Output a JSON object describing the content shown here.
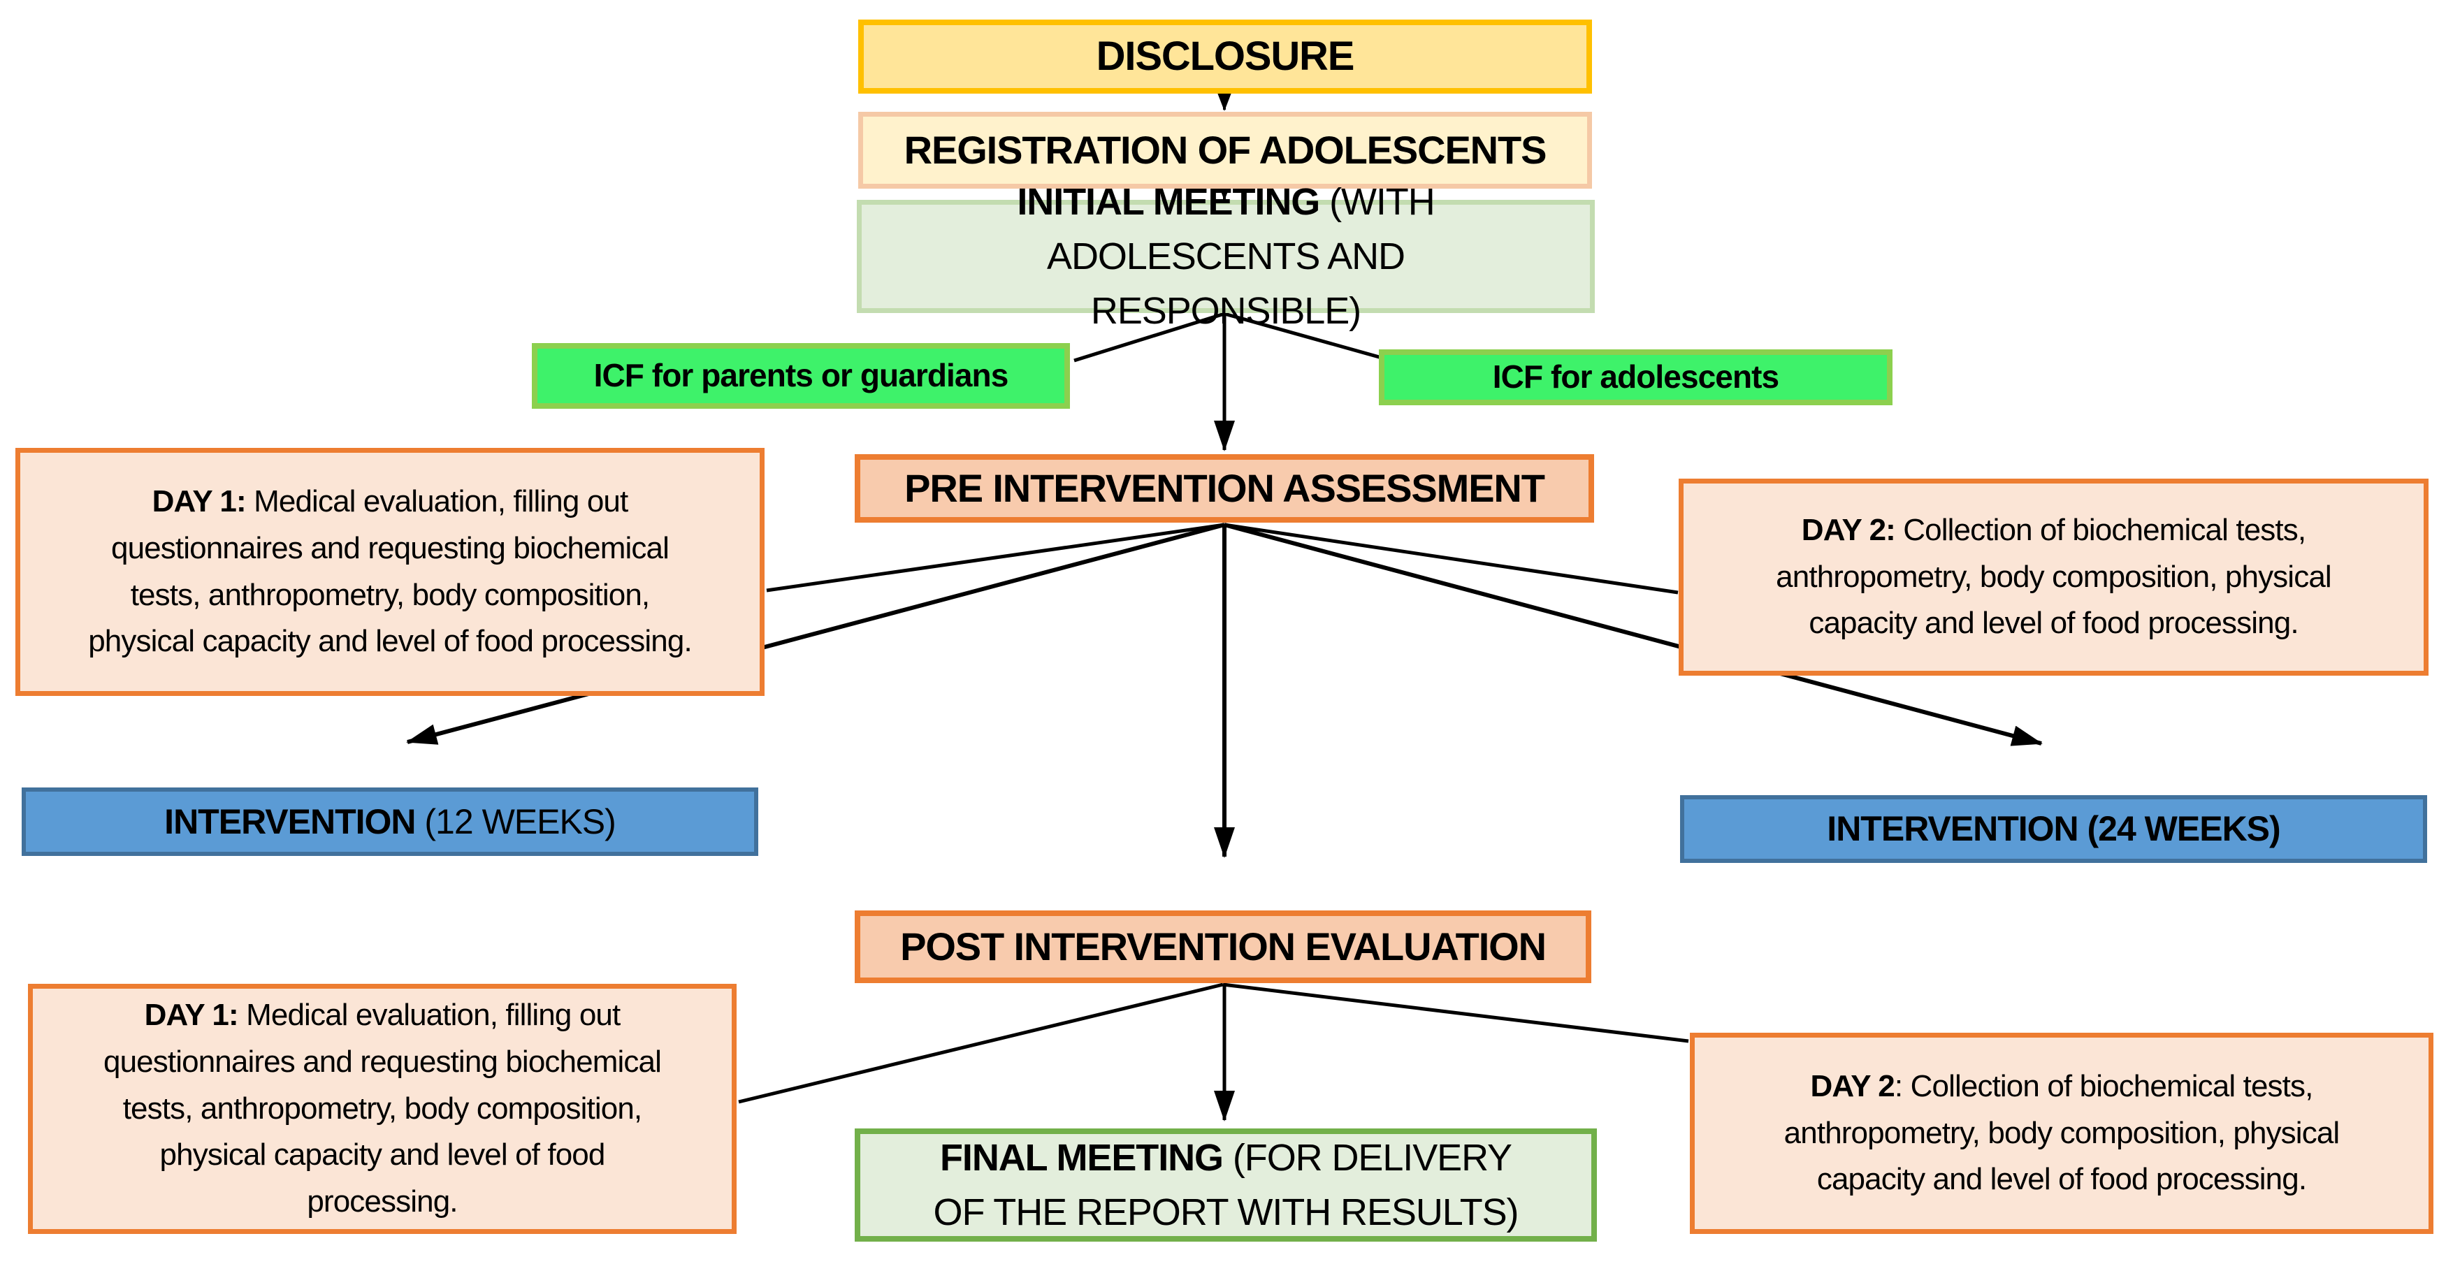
{
  "title": "Study protocol flowchart",
  "nodes": {
    "disclosure": {
      "bold": "DISCLOSURE",
      "rest": ""
    },
    "registration": {
      "bold": "REGISTRATION OF ADOLESCENTS",
      "rest": ""
    },
    "initial_meeting": {
      "bold": "INITIAL MEETING",
      "rest": " (WITH ADOLESCENTS AND RESPONSIBLE)"
    },
    "icf_parents": {
      "bold": "ICF for parents or guardians",
      "rest": ""
    },
    "icf_adolescents": {
      "bold": "ICF for adolescents",
      "rest": ""
    },
    "pre_assessment": {
      "bold": "PRE INTERVENTION ASSESSMENT",
      "rest": ""
    },
    "day1_pre": {
      "bold": "DAY 1:",
      "rest": " Medical evaluation, filling out questionnaires and requesting biochemical tests, anthropometry, body composition, physical capacity and level of food processing."
    },
    "day2_pre": {
      "bold": "DAY 2:",
      "rest": " Collection of biochemical tests, anthropometry, body composition, physical capacity and level of food processing."
    },
    "intervention_12": {
      "bold": "INTERVENTION",
      "rest": " (12 WEEKS)"
    },
    "intervention_24": {
      "bold": "INTERVENTION (24 WEEKS)",
      "rest": ""
    },
    "post_evaluation": {
      "bold": "POST INTERVENTION EVALUATION",
      "rest": ""
    },
    "day1_post": {
      "bold": "DAY 1:",
      "rest": " Medical evaluation, filling out questionnaires and requesting biochemical tests, anthropometry, body composition, physical capacity and level of food processing."
    },
    "day2_post": {
      "bold": "DAY 2",
      "rest": ": Collection of biochemical tests, anthropometry, body composition, physical capacity and level of food processing."
    },
    "final_meeting": {
      "bold": "FINAL MEETING",
      "rest": " (FOR DELIVERY OF THE REPORT WITH RESULTS)"
    }
  },
  "colors": {
    "disclosure_fill": "#FFE599",
    "disclosure_border": "#FFC000",
    "registration_fill": "#FFF2CC",
    "registration_border": "#F5C9A6",
    "meeting_fill": "#E3EEDC",
    "initial_meeting_border": "#C3DCB0",
    "final_meeting_border": "#72B04A",
    "icf_fill": "#3EF26A",
    "icf_border": "#8CD04E",
    "assessment_fill": "#F8CBAD",
    "assessment_border": "#ED7D31",
    "day_fill": "#FBE5D6",
    "day_border": "#ED7D31",
    "intervention_fill": "#5B9BD5",
    "intervention_border": "#41719C",
    "connector": "#000000",
    "text": "#000000"
  }
}
